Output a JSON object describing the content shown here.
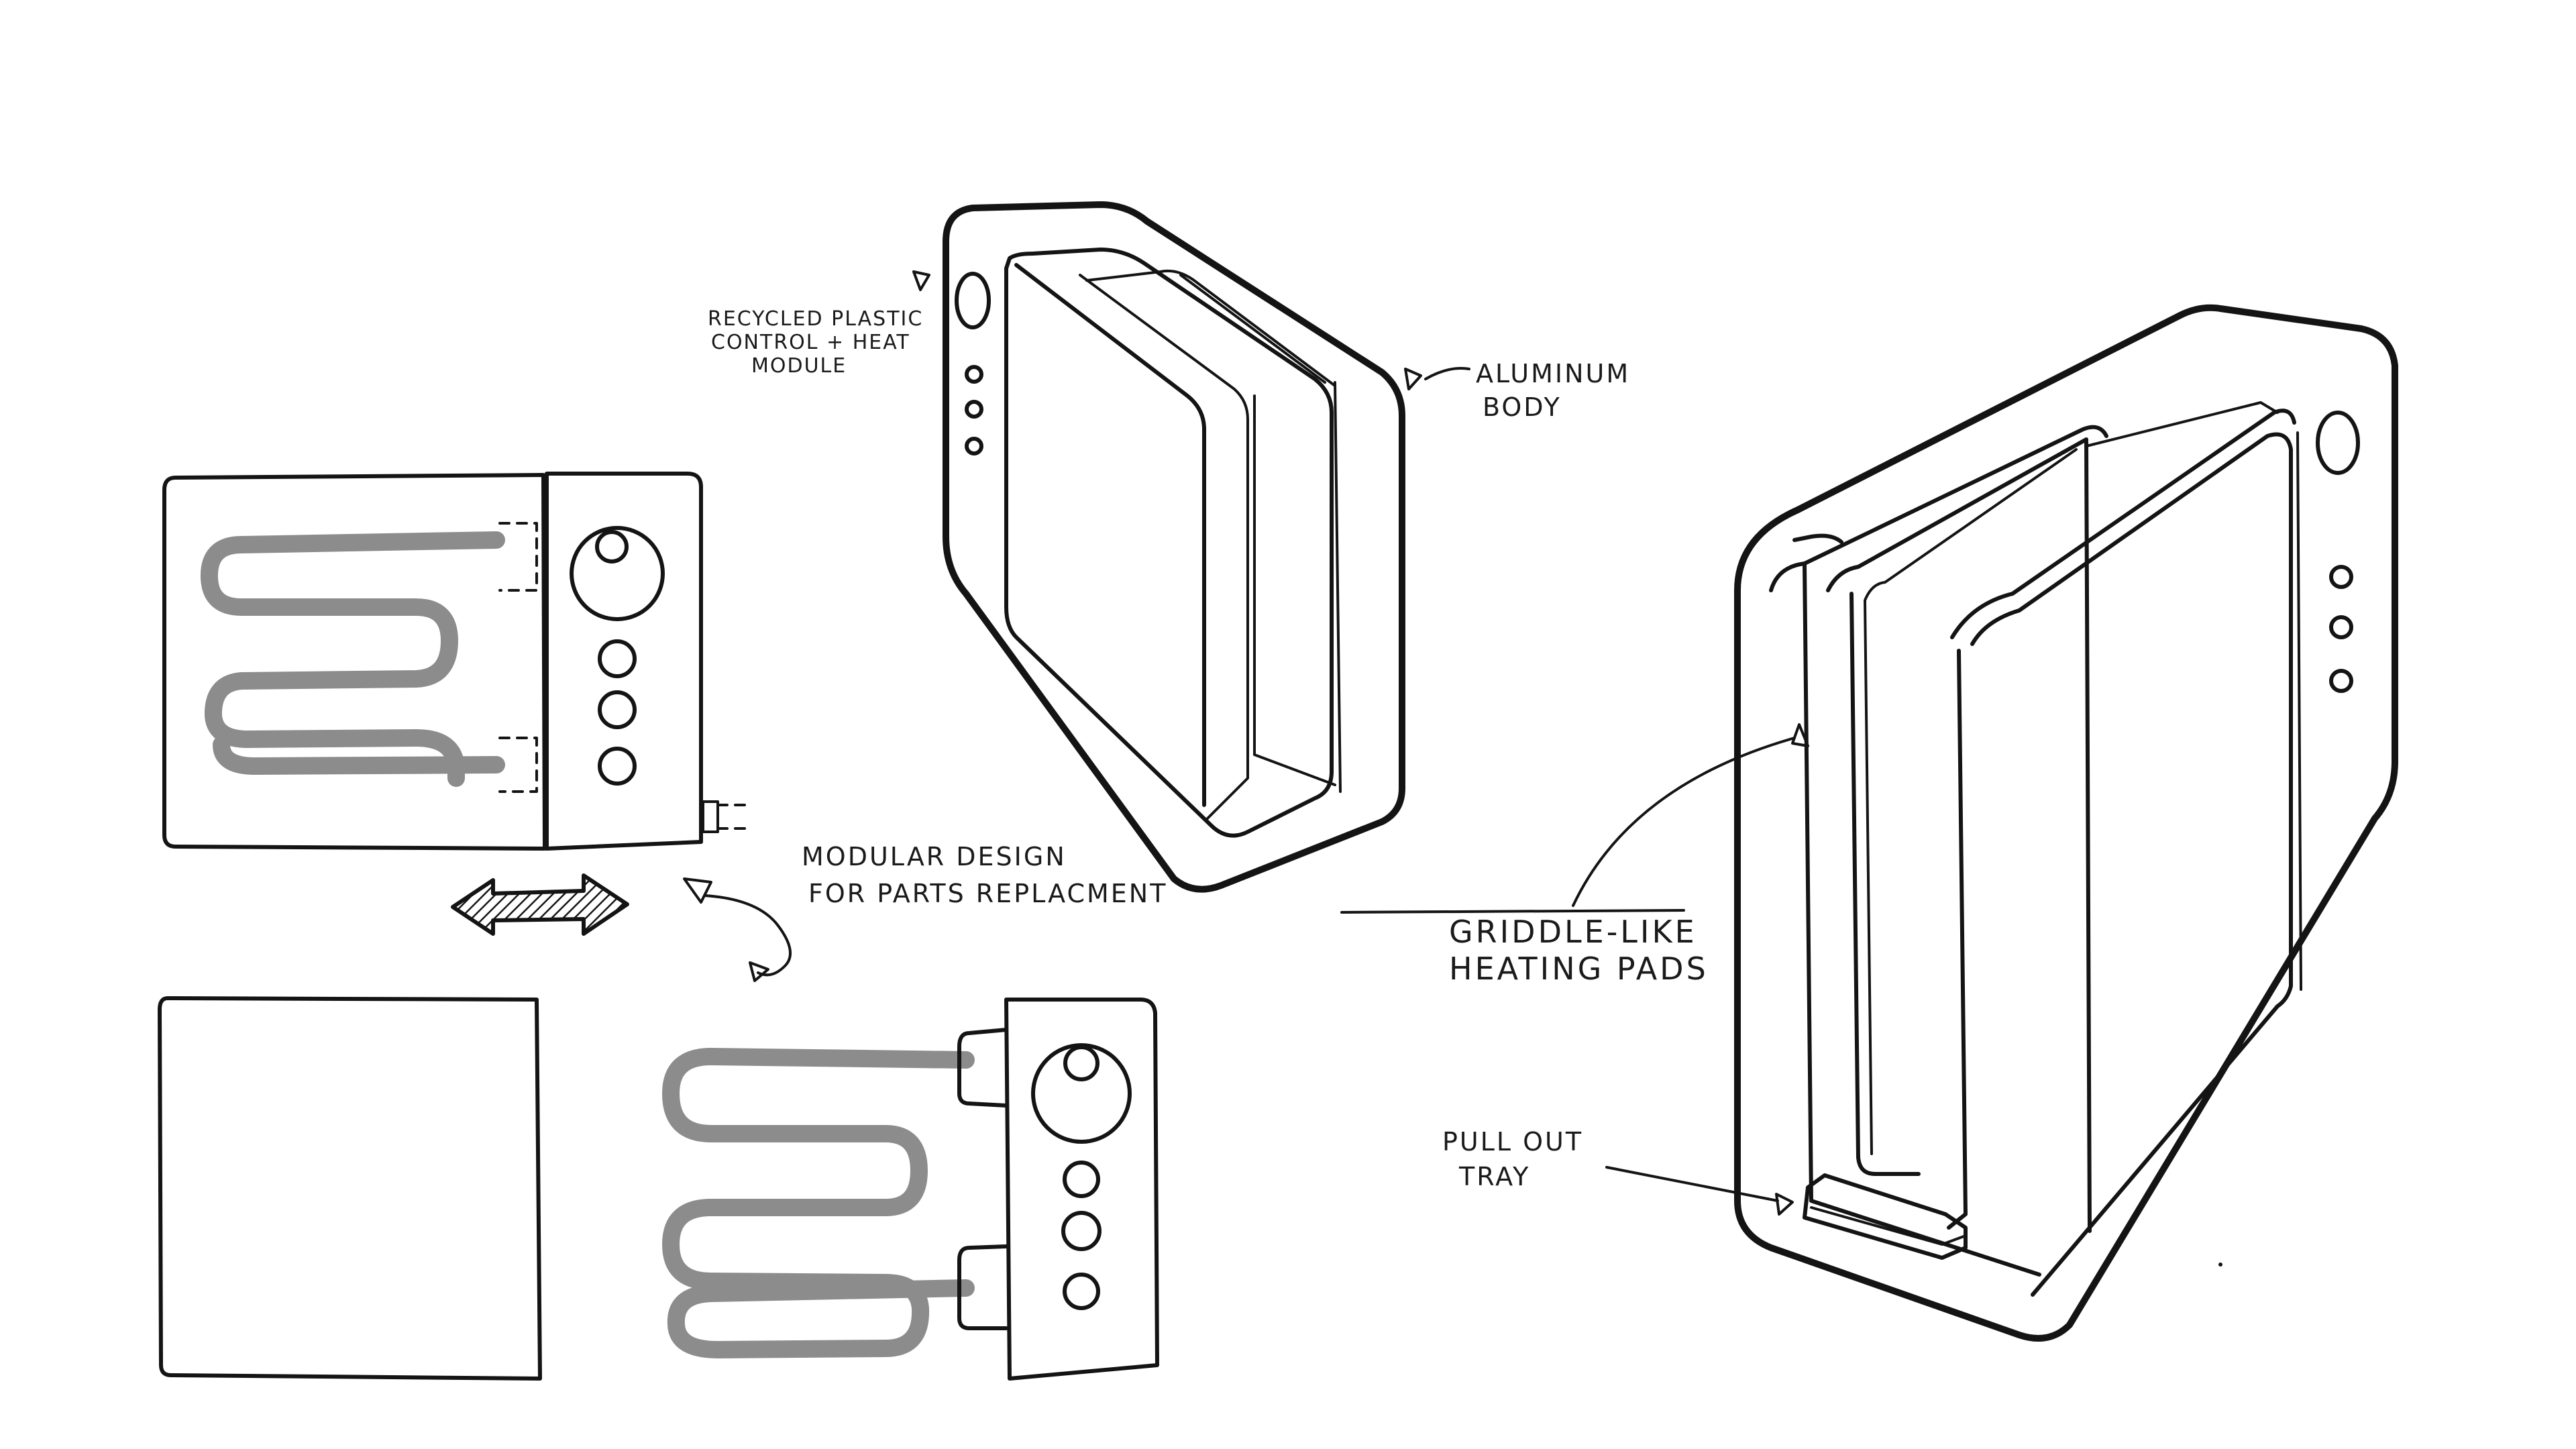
{
  "annotations": {
    "recycled_line1": "RECYCLED PLASTIC",
    "recycled_line2": "CONTROL + HEAT",
    "recycled_line3": "MODULE",
    "aluminum_line1": "ALUMINUM",
    "aluminum_line2": "BODY",
    "modular_line1": "MODULAR DESIGN",
    "modular_line2": "FOR PARTS REPLACMENT",
    "griddle_line1": "GRIDDLE-LIKE",
    "griddle_line2": "HEATING PADS",
    "pullout_line1": "PULL OUT",
    "pullout_line2": "TRAY"
  },
  "colors": {
    "ink": "#141414",
    "heating_coil": "#8c8c8c",
    "background": "#ffffff"
  }
}
